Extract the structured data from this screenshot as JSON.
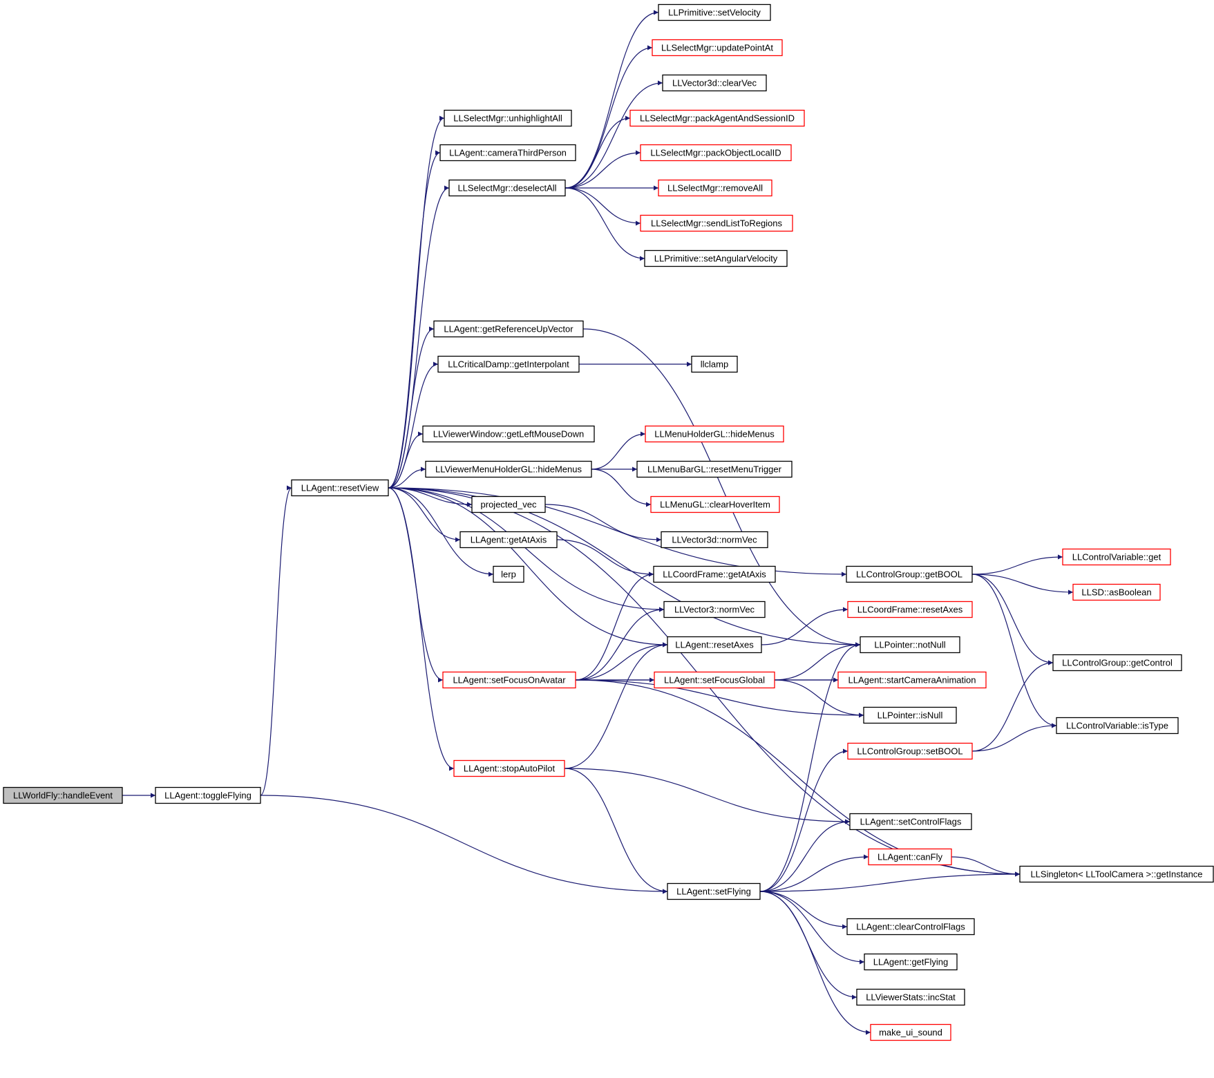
{
  "graph": {
    "edge_color": "#191970",
    "node_border_colors": {
      "documented": "#000000",
      "undocumented": "#ff0000"
    },
    "root_fill": "#bfbfbf",
    "nodes": [
      {
        "id": "handleEvent",
        "label": "LLWorldFly::handleEvent",
        "style": "root"
      },
      {
        "id": "toggleFlying",
        "label": "LLAgent::toggleFlying",
        "style": "black"
      },
      {
        "id": "resetView",
        "label": "LLAgent::resetView",
        "style": "black"
      },
      {
        "id": "setFlying",
        "label": "LLAgent::setFlying",
        "style": "black"
      },
      {
        "id": "unhighlightAll",
        "label": "LLSelectMgr::unhighlightAll",
        "style": "black"
      },
      {
        "id": "cameraThirdPerson",
        "label": "LLAgent::cameraThirdPerson",
        "style": "black"
      },
      {
        "id": "deselectAll",
        "label": "LLSelectMgr::deselectAll",
        "style": "black"
      },
      {
        "id": "setVelocity",
        "label": "LLPrimitive::setVelocity",
        "style": "black"
      },
      {
        "id": "updatePointAt",
        "label": "LLSelectMgr::updatePointAt",
        "style": "red"
      },
      {
        "id": "clearVec",
        "label": "LLVector3d::clearVec",
        "style": "black"
      },
      {
        "id": "packAgentAndSessionID",
        "label": "LLSelectMgr::packAgentAndSessionID",
        "style": "red"
      },
      {
        "id": "packObjectLocalID",
        "label": "LLSelectMgr::packObjectLocalID",
        "style": "red"
      },
      {
        "id": "removeAll",
        "label": "LLSelectMgr::removeAll",
        "style": "red"
      },
      {
        "id": "sendListToRegions",
        "label": "LLSelectMgr::sendListToRegions",
        "style": "red"
      },
      {
        "id": "setAngularVelocity",
        "label": "LLPrimitive::setAngularVelocity",
        "style": "black"
      },
      {
        "id": "getReferenceUpVector",
        "label": "LLAgent::getReferenceUpVector",
        "style": "black"
      },
      {
        "id": "getInterpolant",
        "label": "LLCriticalDamp::getInterpolant",
        "style": "black"
      },
      {
        "id": "llclamp",
        "label": "llclamp",
        "style": "black"
      },
      {
        "id": "getLeftMouseDown",
        "label": "LLViewerWindow::getLeftMouseDown",
        "style": "black"
      },
      {
        "id": "vmhHideMenus",
        "label": "LLViewerMenuHolderGL::hideMenus",
        "style": "black"
      },
      {
        "id": "mhHideMenus",
        "label": "LLMenuHolderGL::hideMenus",
        "style": "red"
      },
      {
        "id": "resetMenuTrigger",
        "label": "LLMenuBarGL::resetMenuTrigger",
        "style": "black"
      },
      {
        "id": "clearHoverItem",
        "label": "LLMenuGL::clearHoverItem",
        "style": "red"
      },
      {
        "id": "projected_vec",
        "label": "projected_vec",
        "style": "black"
      },
      {
        "id": "normVecD",
        "label": "LLVector3d::normVec",
        "style": "black"
      },
      {
        "id": "agentGetAtAxis",
        "label": "LLAgent::getAtAxis",
        "style": "black"
      },
      {
        "id": "lerp",
        "label": "lerp",
        "style": "black"
      },
      {
        "id": "coordGetAtAxis",
        "label": "LLCoordFrame::getAtAxis",
        "style": "black"
      },
      {
        "id": "normVec3",
        "label": "LLVector3::normVec",
        "style": "black"
      },
      {
        "id": "agentResetAxes",
        "label": "LLAgent::resetAxes",
        "style": "black"
      },
      {
        "id": "setFocusOnAvatar",
        "label": "LLAgent::setFocusOnAvatar",
        "style": "red"
      },
      {
        "id": "setFocusGlobal",
        "label": "LLAgent::setFocusGlobal",
        "style": "red"
      },
      {
        "id": "stopAutoPilot",
        "label": "LLAgent::stopAutoPilot",
        "style": "red"
      },
      {
        "id": "getBOOL",
        "label": "LLControlGroup::getBOOL",
        "style": "black"
      },
      {
        "id": "cvGet",
        "label": "LLControlVariable::get",
        "style": "red"
      },
      {
        "id": "asBoolean",
        "label": "LLSD::asBoolean",
        "style": "red"
      },
      {
        "id": "coordResetAxes",
        "label": "LLCoordFrame::resetAxes",
        "style": "red"
      },
      {
        "id": "notNull",
        "label": "LLPointer::notNull",
        "style": "black"
      },
      {
        "id": "getControl",
        "label": "LLControlGroup::getControl",
        "style": "black"
      },
      {
        "id": "startCameraAnimation",
        "label": "LLAgent::startCameraAnimation",
        "style": "red"
      },
      {
        "id": "isNull",
        "label": "LLPointer::isNull",
        "style": "black"
      },
      {
        "id": "isType",
        "label": "LLControlVariable::isType",
        "style": "black"
      },
      {
        "id": "setBOOL",
        "label": "LLControlGroup::setBOOL",
        "style": "red"
      },
      {
        "id": "setControlFlags",
        "label": "LLAgent::setControlFlags",
        "style": "black"
      },
      {
        "id": "canFly",
        "label": "LLAgent::canFly",
        "style": "red"
      },
      {
        "id": "getInstance",
        "label": "LLSingleton< LLToolCamera >::getInstance",
        "style": "black"
      },
      {
        "id": "clearControlFlags",
        "label": "LLAgent::clearControlFlags",
        "style": "black"
      },
      {
        "id": "getFlying",
        "label": "LLAgent::getFlying",
        "style": "black"
      },
      {
        "id": "incStat",
        "label": "LLViewerStats::incStat",
        "style": "black"
      },
      {
        "id": "make_ui_sound",
        "label": "make_ui_sound",
        "style": "red"
      }
    ],
    "edges": [
      [
        "handleEvent",
        "toggleFlying"
      ],
      [
        "toggleFlying",
        "resetView"
      ],
      [
        "toggleFlying",
        "setFlying"
      ],
      [
        "resetView",
        "unhighlightAll"
      ],
      [
        "resetView",
        "cameraThirdPerson"
      ],
      [
        "resetView",
        "deselectAll"
      ],
      [
        "resetView",
        "getReferenceUpVector"
      ],
      [
        "resetView",
        "getInterpolant"
      ],
      [
        "resetView",
        "getLeftMouseDown"
      ],
      [
        "resetView",
        "vmhHideMenus"
      ],
      [
        "resetView",
        "projected_vec"
      ],
      [
        "resetView",
        "agentGetAtAxis"
      ],
      [
        "resetView",
        "lerp"
      ],
      [
        "resetView",
        "normVec3"
      ],
      [
        "resetView",
        "agentResetAxes"
      ],
      [
        "resetView",
        "setFocusOnAvatar"
      ],
      [
        "resetView",
        "stopAutoPilot"
      ],
      [
        "resetView",
        "getBOOL"
      ],
      [
        "resetView",
        "notNull"
      ],
      [
        "resetView",
        "getInstance"
      ],
      [
        "deselectAll",
        "setVelocity"
      ],
      [
        "deselectAll",
        "updatePointAt"
      ],
      [
        "deselectAll",
        "clearVec"
      ],
      [
        "deselectAll",
        "packAgentAndSessionID"
      ],
      [
        "deselectAll",
        "packObjectLocalID"
      ],
      [
        "deselectAll",
        "removeAll"
      ],
      [
        "deselectAll",
        "sendListToRegions"
      ],
      [
        "deselectAll",
        "setAngularVelocity"
      ],
      [
        "getReferenceUpVector",
        "notNull"
      ],
      [
        "getInterpolant",
        "llclamp"
      ],
      [
        "vmhHideMenus",
        "mhHideMenus"
      ],
      [
        "vmhHideMenus",
        "resetMenuTrigger"
      ],
      [
        "vmhHideMenus",
        "clearHoverItem"
      ],
      [
        "projected_vec",
        "normVecD"
      ],
      [
        "agentGetAtAxis",
        "coordGetAtAxis"
      ],
      [
        "agentResetAxes",
        "coordResetAxes"
      ],
      [
        "setFocusOnAvatar",
        "coordGetAtAxis"
      ],
      [
        "setFocusOnAvatar",
        "normVec3"
      ],
      [
        "setFocusOnAvatar",
        "agentResetAxes"
      ],
      [
        "setFocusOnAvatar",
        "setFocusGlobal"
      ],
      [
        "setFocusOnAvatar",
        "startCameraAnimation"
      ],
      [
        "setFocusOnAvatar",
        "isNull"
      ],
      [
        "setFocusOnAvatar",
        "getInstance"
      ],
      [
        "setFocusGlobal",
        "notNull"
      ],
      [
        "setFocusGlobal",
        "startCameraAnimation"
      ],
      [
        "setFocusGlobal",
        "isNull"
      ],
      [
        "stopAutoPilot",
        "agentResetAxes"
      ],
      [
        "stopAutoPilot",
        "setControlFlags"
      ],
      [
        "stopAutoPilot",
        "setFlying"
      ],
      [
        "getBOOL",
        "cvGet"
      ],
      [
        "getBOOL",
        "asBoolean"
      ],
      [
        "getBOOL",
        "getControl"
      ],
      [
        "getBOOL",
        "isType"
      ],
      [
        "setBOOL",
        "getControl"
      ],
      [
        "setBOOL",
        "isType"
      ],
      [
        "setFlying",
        "notNull"
      ],
      [
        "setFlying",
        "setBOOL"
      ],
      [
        "setFlying",
        "setControlFlags"
      ],
      [
        "setFlying",
        "canFly"
      ],
      [
        "setFlying",
        "getInstance"
      ],
      [
        "setFlying",
        "clearControlFlags"
      ],
      [
        "setFlying",
        "getFlying"
      ],
      [
        "setFlying",
        "incStat"
      ],
      [
        "setFlying",
        "make_ui_sound"
      ],
      [
        "canFly",
        "getInstance"
      ]
    ]
  }
}
